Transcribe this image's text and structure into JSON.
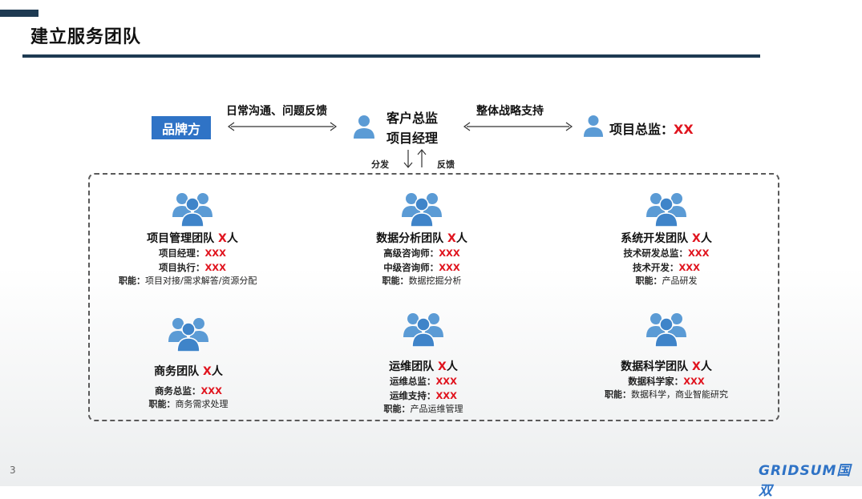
{
  "header": {
    "title": "建立服务团队"
  },
  "top": {
    "brand": "品牌方",
    "left_link": "日常沟通、问题反馈",
    "center_role_1": "客户总监",
    "center_role_2": "项目经理",
    "right_link": "整体战略支持",
    "director_label": "项目总监：",
    "director_value": "XX",
    "down_label": "分发",
    "up_label": "反馈"
  },
  "teams": [
    {
      "name": "项目管理团队 ",
      "count": "X",
      "unit": "人",
      "lines": [
        {
          "label": "项目经理：",
          "value": "XXX"
        },
        {
          "label": "项目执行：",
          "value": "XXX"
        }
      ],
      "duty_label": "职能：",
      "duty_text": "项目对接/需求解答/资源分配"
    },
    {
      "name": "数据分析团队 ",
      "count": "X",
      "unit": "人",
      "lines": [
        {
          "label": "高级咨询师：",
          "value": "XXX"
        },
        {
          "label": "中级咨询师：",
          "value": "XXX"
        }
      ],
      "duty_label": "职能：",
      "duty_text": "数据挖掘分析"
    },
    {
      "name": "系统开发团队 ",
      "count": "X",
      "unit": "人",
      "lines": [
        {
          "label": "技术研发总监：",
          "value": "XXX"
        },
        {
          "label": "技术开发：",
          "value": "XXX"
        }
      ],
      "duty_label": "职能：",
      "duty_text": "产品研发"
    },
    {
      "name": "商务团队 ",
      "count": "X",
      "unit": "人",
      "lines": [
        {
          "label": "商务总监：",
          "value": "XXX"
        }
      ],
      "duty_label": "职能：",
      "duty_text": "商务需求处理"
    },
    {
      "name": "运维团队 ",
      "count": "X",
      "unit": "人",
      "lines": [
        {
          "label": "运维总监：",
          "value": "XXX"
        },
        {
          "label": "运维支持：",
          "value": "XXX"
        }
      ],
      "duty_label": "职能：",
      "duty_text": "产品运维管理"
    },
    {
      "name": "数据科学团队 ",
      "count": "X",
      "unit": "人",
      "lines": [
        {
          "label": "数据科学家：",
          "value": "XXX"
        }
      ],
      "duty_label": "职能：",
      "duty_text": "数据科学，商业智能研究"
    }
  ],
  "footer": {
    "page_number": "3",
    "logo": "GRIDSUM国双"
  },
  "colors": {
    "accent": "#1e3a52",
    "brand_blue": "#2f73c6",
    "highlight_red": "#e0141e",
    "icon_blue": "#5b9bd5"
  },
  "icons": {
    "person": "person-icon",
    "group": "team-group-icon"
  }
}
